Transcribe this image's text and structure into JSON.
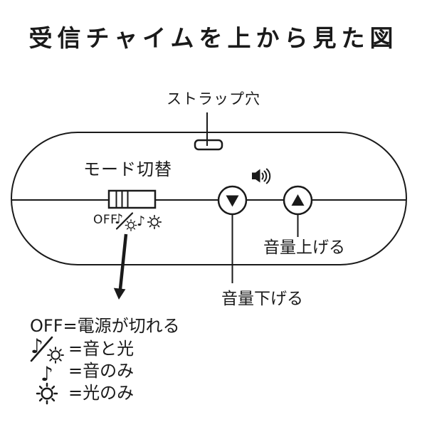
{
  "title": "受信チャイムを上から見た図",
  "labels": {
    "strap_hole": "ストラップ穴",
    "mode_switch": "モード切替",
    "mode_off": "OFF",
    "volume_up": "音量上げる",
    "volume_down": "音量下げる"
  },
  "legend": {
    "lines": [
      {
        "icon": "",
        "text": "OFF=電源が切れる"
      },
      {
        "icon": "note-slash-sun",
        "text": "=音と光"
      },
      {
        "icon": "note",
        "text": "=音のみ"
      },
      {
        "icon": "sun",
        "text": "=光のみ"
      }
    ]
  },
  "icons": {
    "note_glyph": "♪",
    "speaker": "speaker-sound-waves",
    "volume_down": "filled-triangle-down",
    "volume_up": "filled-triangle-up",
    "sun": "sun-with-rays"
  },
  "colors": {
    "ink": "#1a1a1a",
    "paper": "#ffffff"
  }
}
